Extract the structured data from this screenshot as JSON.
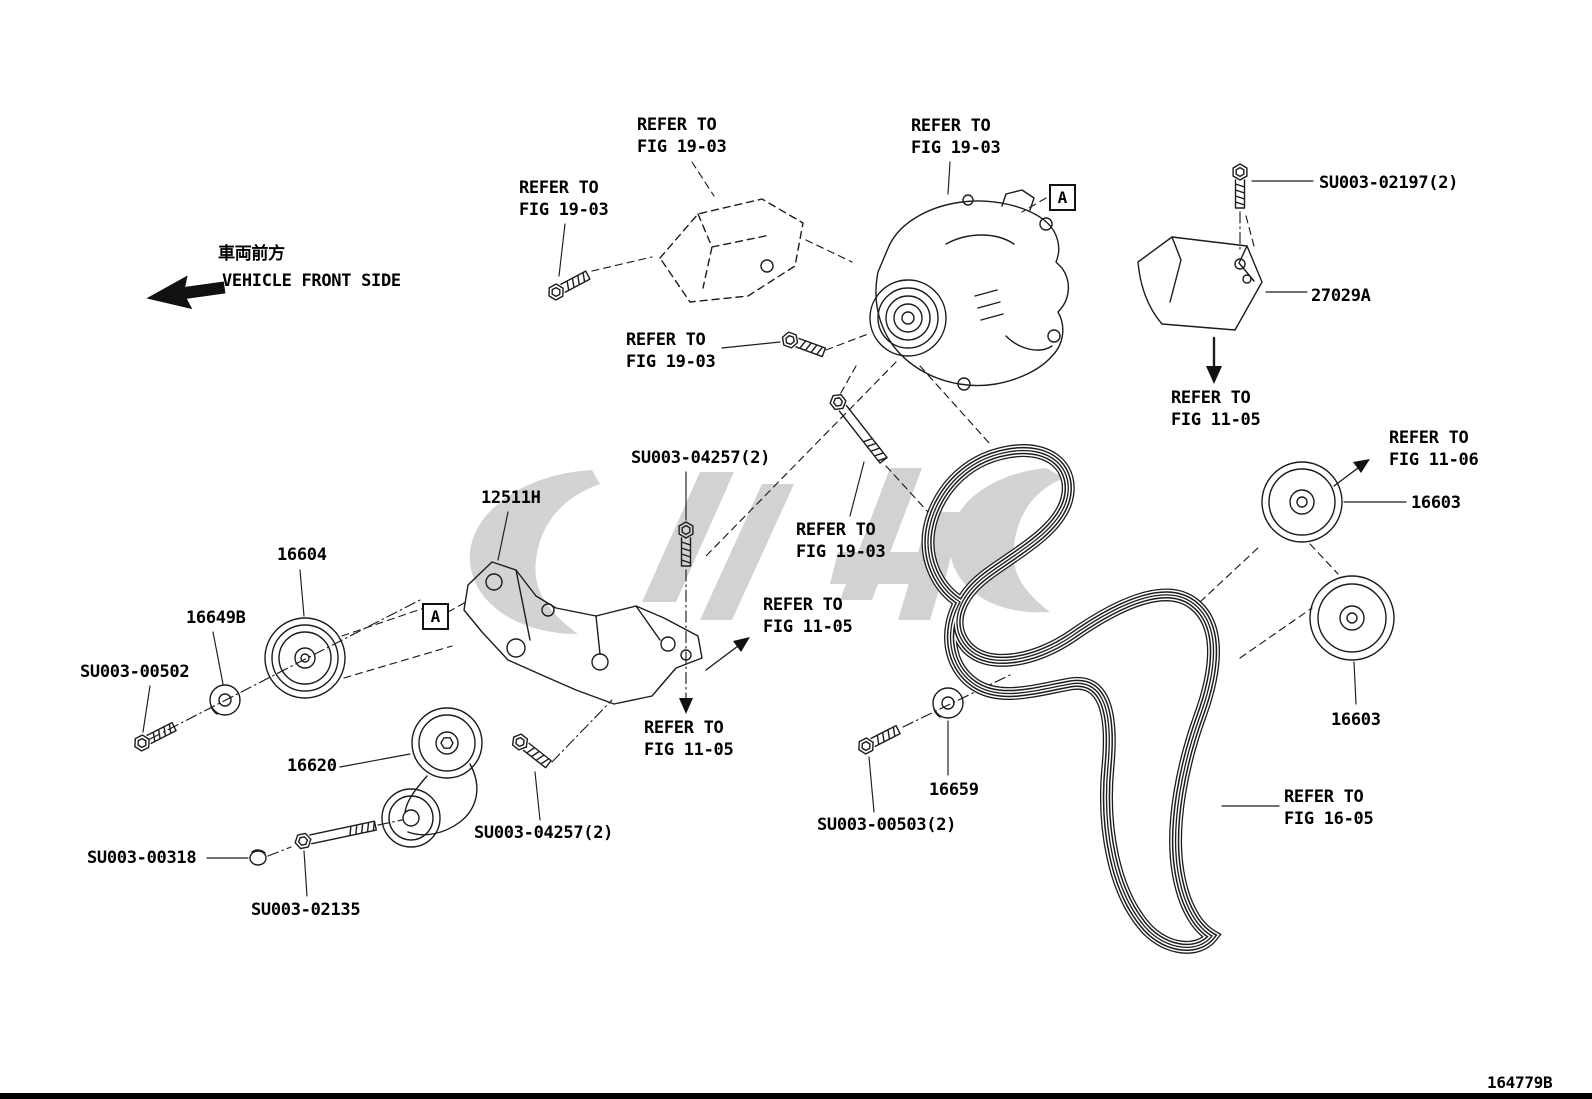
{
  "diagram": {
    "id_code": "164779B",
    "section_marker": "A",
    "orientation": {
      "jp": "車両前方",
      "en": "VEHICLE FRONT SIDE"
    }
  },
  "colors": {
    "line_art": "#1c1c1c",
    "watermark": "#c6c6c6",
    "background": "#ffffff"
  },
  "labels": [
    {
      "id": "refer-fig-19-03-cover-top",
      "text": "REFER TO\nFIG 19-03"
    },
    {
      "id": "refer-fig-19-03-cover-bolt",
      "text": "REFER TO\nFIG 19-03"
    },
    {
      "id": "refer-fig-19-03-alternator",
      "text": "REFER TO\nFIG 19-03"
    },
    {
      "id": "su003-02197",
      "text": "SU003-02197(2)"
    },
    {
      "id": "27029a",
      "text": "27029A"
    },
    {
      "id": "refer-fig-11-05-right",
      "text": "REFER TO\nFIG 11-05"
    },
    {
      "id": "refer-fig-19-03-mid-bolt",
      "text": "REFER TO\nFIG 19-03"
    },
    {
      "id": "su003-04257-upper",
      "text": "SU003-04257(2)"
    },
    {
      "id": "12511h",
      "text": "12511H"
    },
    {
      "id": "refer-fig-19-03-long-bolt",
      "text": "REFER TO\nFIG 19-03"
    },
    {
      "id": "refer-fig-11-06",
      "text": "REFER TO\nFIG 11-06"
    },
    {
      "id": "16603-upper",
      "text": "16603"
    },
    {
      "id": "16604",
      "text": "16604"
    },
    {
      "id": "16649b",
      "text": "16649B"
    },
    {
      "id": "su003-00502",
      "text": "SU003-00502"
    },
    {
      "id": "refer-fig-11-05-bracket",
      "text": "REFER TO\nFIG 11-05"
    },
    {
      "id": "16620",
      "text": "16620"
    },
    {
      "id": "refer-fig-11-05-lower",
      "text": "REFER TO\nFIG 11-05"
    },
    {
      "id": "su003-04257-lower",
      "text": "SU003-04257(2)"
    },
    {
      "id": "su003-00318",
      "text": "SU003-00318"
    },
    {
      "id": "su003-02135",
      "text": "SU003-02135"
    },
    {
      "id": "su003-00503",
      "text": "SU003-00503(2)"
    },
    {
      "id": "16659",
      "text": "16659"
    },
    {
      "id": "16603-lower",
      "text": "16603"
    },
    {
      "id": "refer-fig-16-05",
      "text": "REFER TO\nFIG 16-05"
    }
  ]
}
